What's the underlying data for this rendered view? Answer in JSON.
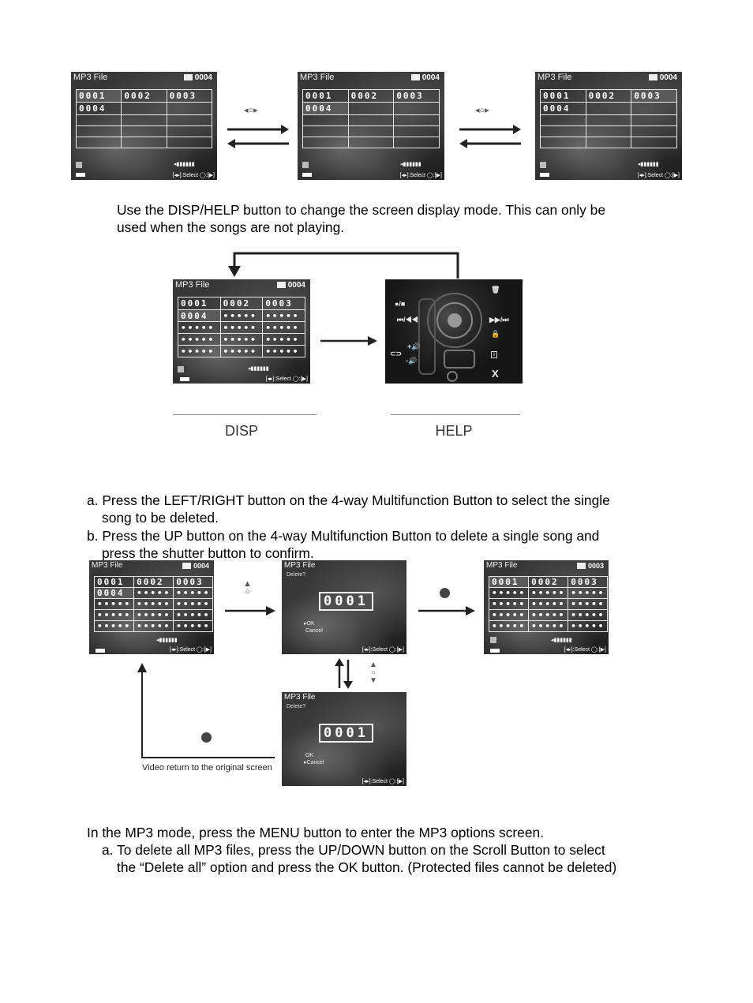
{
  "screen": {
    "title": "MP3 File",
    "count_4": "0004",
    "count_3": "0003",
    "footer": "[◂▸]:Select ◯:[▶]",
    "cells_full": [
      "0001",
      "0002",
      "0003",
      "0004"
    ],
    "placeholder": "•••••",
    "delete_prompt": "Delete?",
    "delete_number": "0001",
    "opt_ok": "OK",
    "opt_cancel": "Cancel"
  },
  "help_icons": {
    "rec": "●/■",
    "prev": "⏮/◀◀",
    "next": "▶▶/⏭",
    "vol_up": "+🔊",
    "vol_down": "-🔊",
    "trash": "🗑",
    "lock": "🔒",
    "info": "i",
    "close": "X"
  },
  "nav_symbols": {
    "left_right": "◂○▸",
    "up": "▲",
    "up_down": "▲○▼"
  },
  "text": {
    "disp_help_instruction_1": "Use the DISP/HELP button to change the screen display mode. This can only be",
    "disp_help_instruction_2": "used when the songs are not playing.",
    "disp_label": "DISP",
    "help_label": "HELP",
    "step_a_1": "a. Press the LEFT/RIGHT button on the 4-way Multifunction Button to select the single",
    "step_a_2": "song to be deleted.",
    "step_b_1": "b. Press the UP button on the 4-way Multifunction Button to delete a single song and",
    "step_b_2": "press the shutter button to confirm.",
    "return_caption": "Video return to the original screen",
    "menu_intro": "In the MP3 mode, press the MENU button to enter the MP3 options screen.",
    "delete_all_1": "a. To delete all MP3 files, press the UP/DOWN button on the Scroll Button to select",
    "delete_all_2": "the “Delete all” option and press the OK button. (Protected files cannot be deleted)"
  }
}
